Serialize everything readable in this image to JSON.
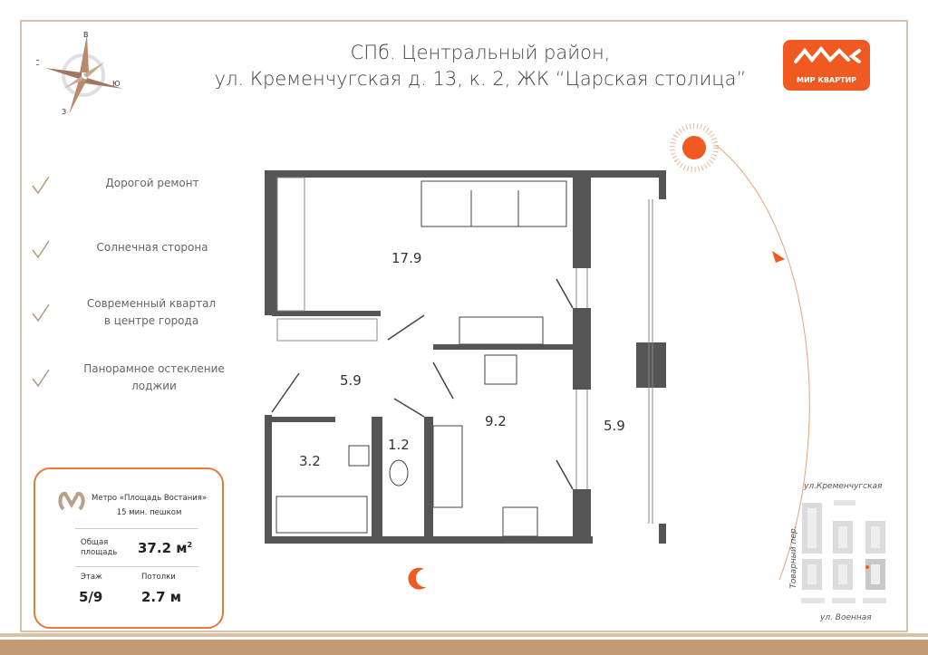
{
  "header": {
    "title_line1": "СПб. Центральный район,",
    "title_line2": "ул. Кременчугская д. 13, к. 2, ЖК “Царская столица”"
  },
  "logo": {
    "name": "МИР КВАРТИР",
    "color": "#f05a22"
  },
  "compass": {
    "north": "С",
    "east": "В",
    "south": "Ю",
    "west": "З"
  },
  "features": [
    "Дорогой ремонт",
    "Солнечная сторона",
    "Современный квартал в центре города",
    "Панорамное остекление лоджии"
  ],
  "info": {
    "metro": "Метро «Площадь Востания»",
    "walk": "15 мин. пешком",
    "area_label_1": "Общая",
    "area_label_2": "площадь",
    "area_value": "37.2 м",
    "area_sup": "2",
    "floor_label": "Этаж",
    "floor_value": "5/9",
    "ceiling_label": "Потолки",
    "ceiling_value": "2.7 м"
  },
  "rooms": {
    "living": "17.9",
    "hall": "5.9",
    "kitchen": "9.2",
    "loggia": "5.9",
    "bath": "3.2",
    "wc": "1.2"
  },
  "map": {
    "street_top": "ул.Кременчугская",
    "street_side": "Товарный пер.",
    "street_bottom": "ул. Военная"
  },
  "colors": {
    "accent": "#f05a22",
    "wall": "#555555",
    "frame": "#d9c3a8"
  }
}
